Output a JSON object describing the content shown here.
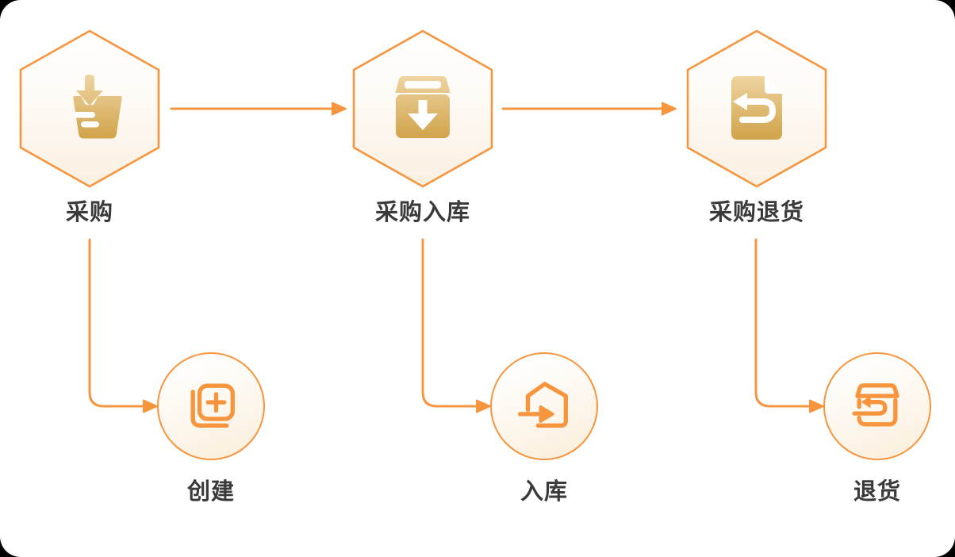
{
  "theme": {
    "accent": "#F7953E",
    "gold_gradient_top": "#F2DAAC",
    "gold_gradient_bottom": "#CC9C3E",
    "hex_fill_top": "#FFFFFF",
    "hex_fill_bottom": "#FAEFE0",
    "label_color": "#3A3A3A",
    "card_background": "#FFFFFF",
    "page_background": "#000000"
  },
  "diagram": {
    "stages": [
      {
        "id": "purchase",
        "label": "采购",
        "icon": "basket-receive-icon"
      },
      {
        "id": "purchase-inbound",
        "label": "采购入库",
        "icon": "box-arrow-down-icon"
      },
      {
        "id": "purchase-return",
        "label": "采购退货",
        "icon": "document-return-icon"
      }
    ],
    "actions": [
      {
        "id": "create",
        "label": "创建",
        "icon": "duplicate-plus-icon"
      },
      {
        "id": "inbound",
        "label": "入库",
        "icon": "warehouse-enter-icon"
      },
      {
        "id": "return",
        "label": "退货",
        "icon": "box-return-icon"
      }
    ],
    "connections": [
      {
        "from": "采购",
        "to": "采购入库"
      },
      {
        "from": "采购入库",
        "to": "采购退货"
      },
      {
        "from": "采购",
        "to": "创建"
      },
      {
        "from": "采购入库",
        "to": "入库"
      },
      {
        "from": "采购退货",
        "to": "退货"
      }
    ]
  }
}
